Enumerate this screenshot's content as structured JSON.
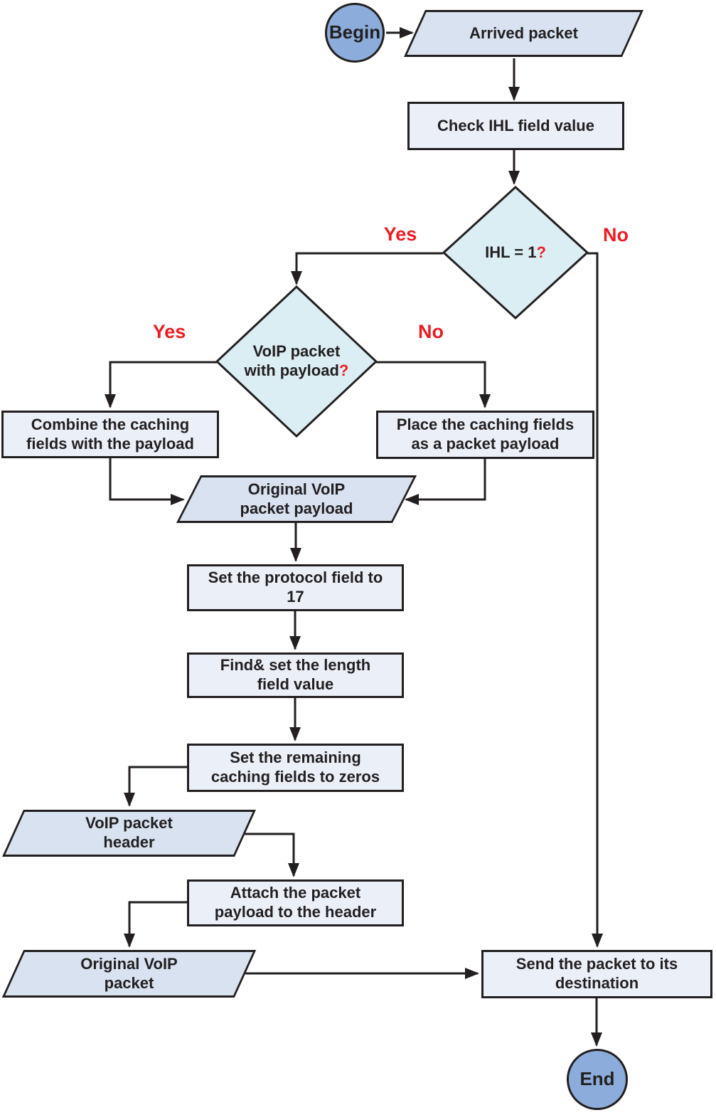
{
  "diagram": {
    "type": "flowchart",
    "nodes": {
      "begin": {
        "label": "Begin",
        "shape": "terminator"
      },
      "arrived": {
        "label": "Arrived packet",
        "shape": "data"
      },
      "check_ihl": {
        "label": "Check IHL field value",
        "shape": "process"
      },
      "ihl_decision": {
        "text": "IHL = 1",
        "mark": "?",
        "shape": "decision"
      },
      "voip_decision": {
        "text": "VoIP packet\nwith payload",
        "mark": "?",
        "shape": "decision"
      },
      "combine": {
        "label": "Combine the caching\nfields with the payload",
        "shape": "process"
      },
      "place": {
        "label": "Place the caching fields\nas a packet payload",
        "shape": "process"
      },
      "payload": {
        "label": "Original VoIP\npacket payload",
        "shape": "data"
      },
      "protocol": {
        "label": "Set the protocol field to\n17",
        "shape": "process"
      },
      "find_length": {
        "label": "Find& set the length\nfield value",
        "shape": "process"
      },
      "remaining": {
        "label": "Set the remaining\ncaching fields to zeros",
        "shape": "process"
      },
      "header": {
        "label": "VoIP packet\nheader",
        "shape": "data"
      },
      "attach": {
        "label": "Attach the packet\npayload to the header",
        "shape": "process"
      },
      "orig_packet": {
        "label": "Original VoIP\npacket",
        "shape": "data"
      },
      "send": {
        "label": "Send the packet to its\ndestination",
        "shape": "process"
      },
      "end": {
        "label": "End",
        "shape": "terminator"
      }
    },
    "branch_labels": {
      "ihl_yes": "Yes",
      "ihl_no": "No",
      "voip_yes": "Yes",
      "voip_no": "No"
    },
    "colors": {
      "terminator_fill": "#8CADDB",
      "process_fill": "#EBF0F8",
      "data_fill": "#D8E2F0",
      "decision_fill": "#DBEEF4",
      "line": "#231F20",
      "branch_label": "#ED1C24"
    }
  }
}
